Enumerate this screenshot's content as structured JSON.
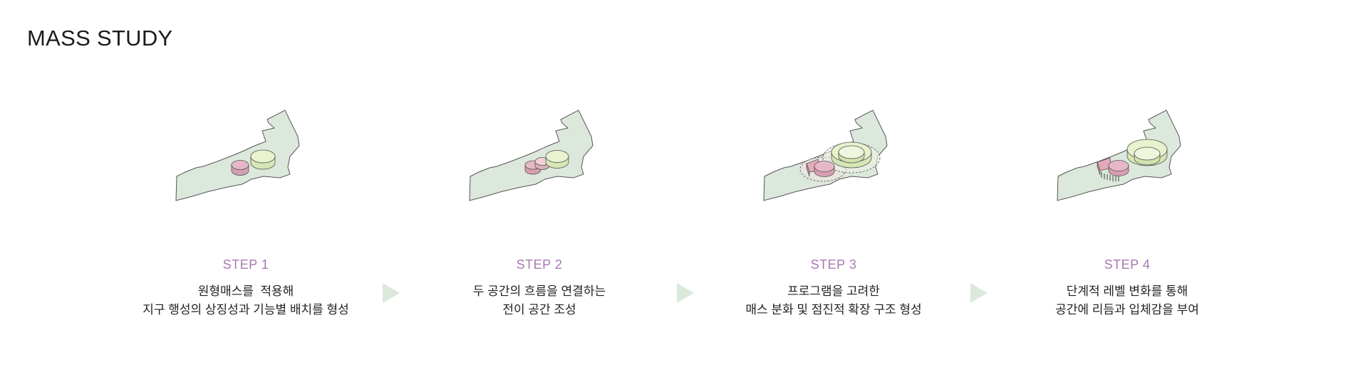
{
  "header": {
    "title": "MASS STUDY"
  },
  "colors": {
    "site": "#dde8dd",
    "site_stroke": "#555555",
    "pink_mass": "#e4b3c3",
    "green_mass": "#e5f0c9",
    "step_label": "#a879b4",
    "arrow": "#dbe9dc"
  },
  "steps": [
    {
      "label": "STEP 1",
      "line1": "원형매스를  적용해",
      "line2": "지구 행성의 상징성과 기능별 배치를 형성"
    },
    {
      "label": "STEP 2",
      "line1": "두 공간의 흐름을 연결하는",
      "line2": "전이 공간 조성"
    },
    {
      "label": "STEP 3",
      "line1": "프로그램을 고려한",
      "line2": "매스 분화 및 점진적 확장 구조 형성"
    },
    {
      "label": "STEP 4",
      "line1": "단계적 레벨 변화를 통해",
      "line2": "공간에 리듬과 입체감을 부여"
    }
  ],
  "arrows": [
    {
      "icon": "triangle-arrow-right"
    },
    {
      "icon": "triangle-arrow-right"
    },
    {
      "icon": "triangle-arrow-right"
    }
  ]
}
